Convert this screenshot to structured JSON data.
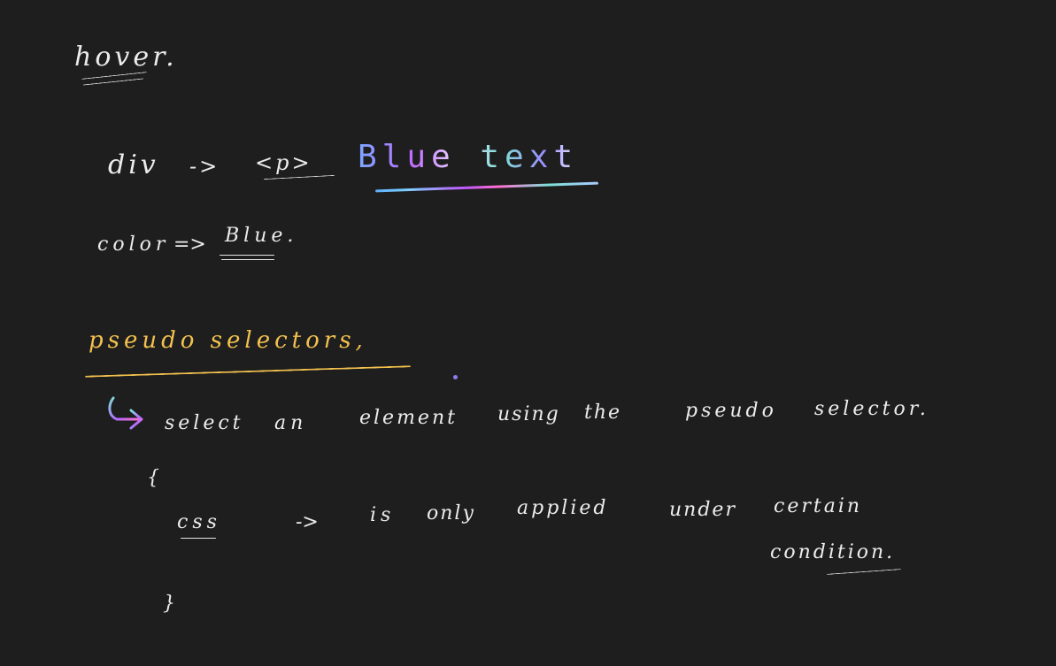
{
  "notes": {
    "title": "hover.",
    "line1": {
      "left": "div",
      "arrow": "->",
      "tag": "<p>",
      "highlight": "Blue text"
    },
    "line2": {
      "left": "color",
      "arrow": "=>",
      "value": "Blue."
    },
    "heading": "pseudo selectors,",
    "point": {
      "text_select": "select",
      "text_an": "an",
      "text_element": "element",
      "text_using": "using",
      "text_the": "the",
      "text_pseudo": "pseudo",
      "text_selector": "selector."
    },
    "block": {
      "open_brace": "{",
      "css": "css",
      "arrow": "->",
      "is": "is",
      "only": "only",
      "applied": "applied",
      "under": "under",
      "certain": "certain",
      "condition": "condition.",
      "close_brace": "}"
    },
    "colors": {
      "background": "#1e1e1e",
      "ink_white": "#ececec",
      "ink_yellow": "#f2c14e",
      "pen_purple": "#8c7cf0",
      "pen_teal": "#7fe0d8"
    },
    "icons": {
      "hook_arrow": "curved-arrow-icon"
    }
  }
}
